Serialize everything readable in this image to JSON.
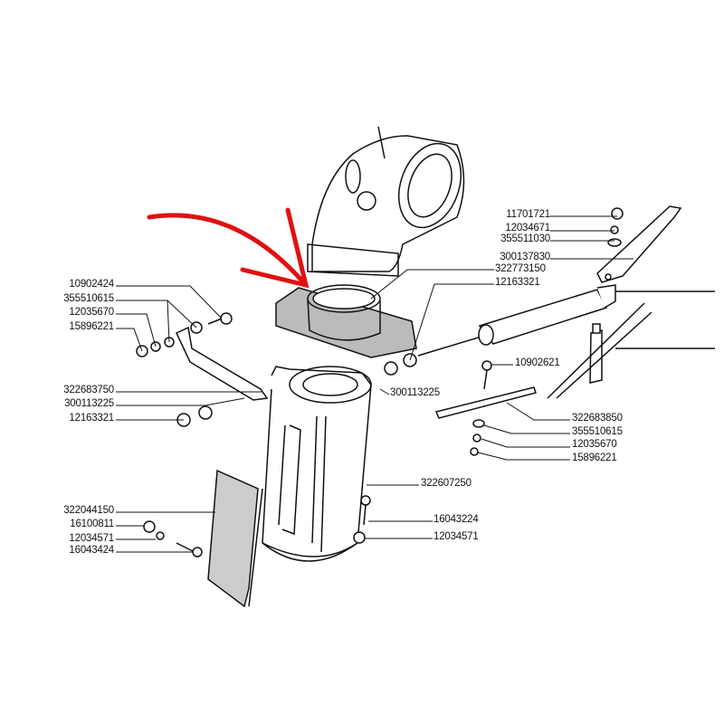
{
  "labels": {
    "left": [
      "10902424",
      "355510615",
      "12035670",
      "15896221",
      "322683750",
      "300113225",
      "12163321"
    ],
    "right_top": [
      "11701721",
      "12034671",
      "355511030",
      "300137830",
      "322773150",
      "12163321"
    ],
    "mid": [
      "10902621",
      "300113225"
    ],
    "right_lower": [
      "322683850",
      "355510615",
      "12035670",
      "15896221"
    ],
    "tube": "322607250",
    "left_lower": [
      "322044150",
      "16100811",
      "12034571",
      "16043424"
    ],
    "right_bolt": [
      "16043224",
      "12034571"
    ]
  },
  "colors": {
    "arrow": "#e01010",
    "ink": "#111111"
  }
}
